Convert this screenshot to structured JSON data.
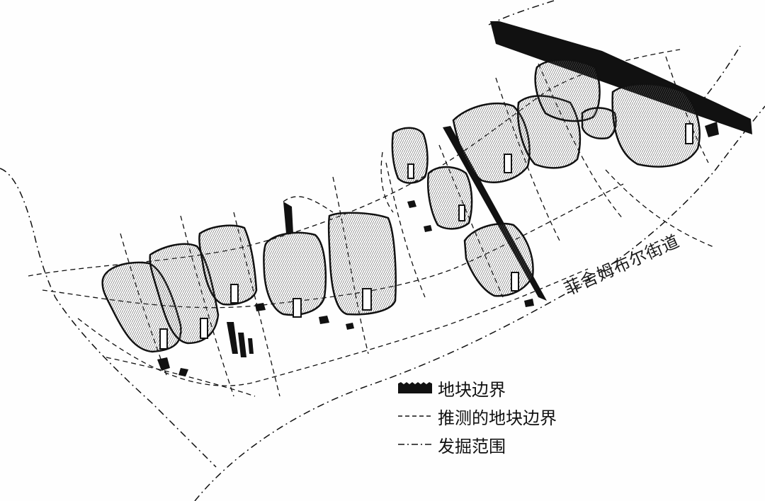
{
  "street_label": "菲舍姆布尔街道",
  "legend": {
    "items": [
      {
        "symbol": "plot-boundary-solid",
        "label": "地块边界"
      },
      {
        "symbol": "inferred-boundary-dashed",
        "label": "推测的地块边界"
      },
      {
        "symbol": "excavation-extent-dashdot",
        "label": "发掘范围"
      }
    ]
  },
  "colors": {
    "ink": "#111111",
    "paper": "#fefefe",
    "hatch": "#555555"
  }
}
